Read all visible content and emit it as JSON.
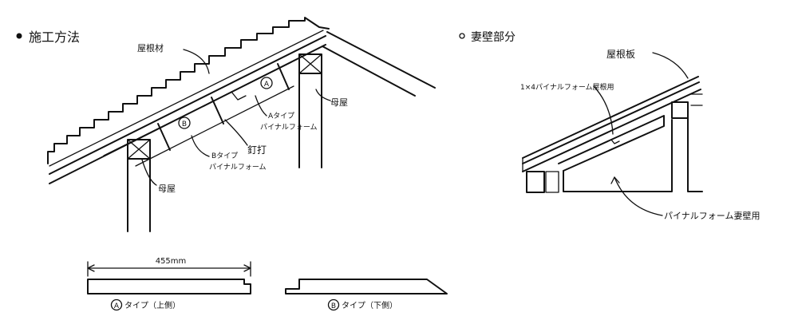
{
  "construction_method": {
    "heading": "施工方法",
    "labels": {
      "roofing": "屋根材",
      "type_a_circle": "A",
      "type_a_line1": "Aタイプ",
      "type_a_line2": "パイナルフォーム",
      "type_b_circle": "B",
      "type_b_line1": "Bタイプ",
      "type_b_line2": "パイナルフォーム",
      "nailing": "釘打",
      "rafter_right": "母屋",
      "rafter_left": "母屋"
    },
    "dimension": "455mm",
    "type_a_caption_letter": "A",
    "type_a_caption": "タイプ（上側）",
    "type_b_caption_letter": "B",
    "type_b_caption": "タイプ（下側）"
  },
  "gable_section": {
    "heading": "妻壁部分",
    "labels": {
      "roof_board": "屋根板",
      "foam_roof_board": "1×4パイナルフォーム屋根用",
      "foam_gable_wall": "パイナルフォーム妻壁用"
    }
  }
}
